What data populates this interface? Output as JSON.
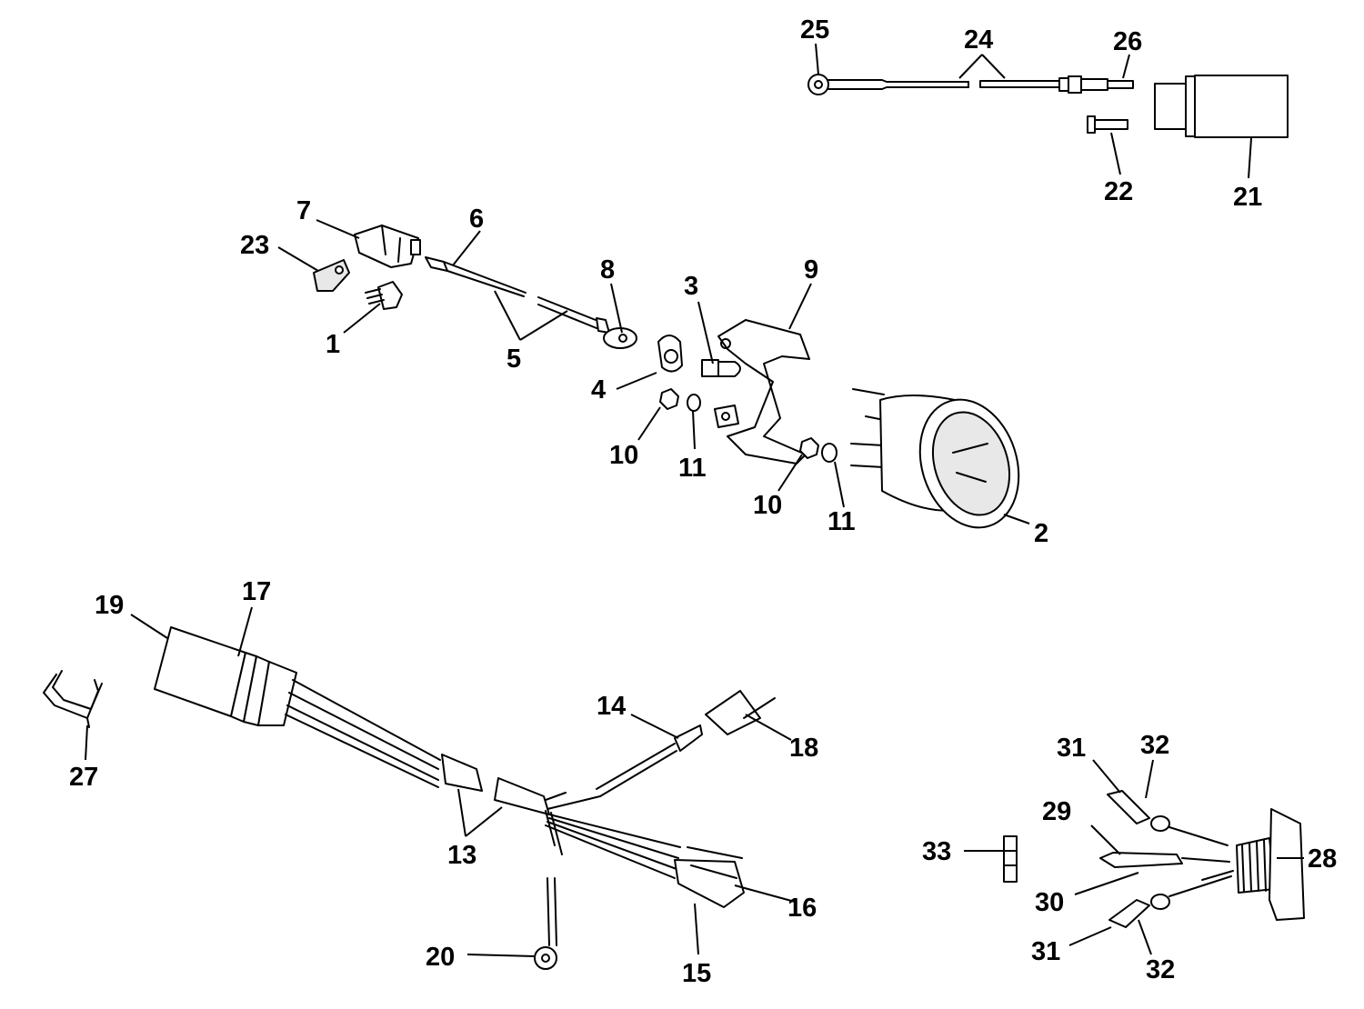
{
  "callouts": {
    "c1": "1",
    "c2": "2",
    "c3": "3",
    "c4": "4",
    "c5": "5",
    "c6": "6",
    "c7": "7",
    "c8": "8",
    "c9": "9",
    "c10a": "10",
    "c10b": "10",
    "c11a": "11",
    "c11b": "11",
    "c13": "13",
    "c14": "14",
    "c15": "15",
    "c16": "16",
    "c17": "17",
    "c18": "18",
    "c19": "19",
    "c20": "20",
    "c21": "21",
    "c22": "22",
    "c23": "23",
    "c24": "24",
    "c25": "25",
    "c26": "26",
    "c27": "27",
    "c28": "28",
    "c29": "29",
    "c30": "30",
    "c31a": "31",
    "c31b": "31",
    "c32a": "32",
    "c32b": "32",
    "c33": "33"
  }
}
